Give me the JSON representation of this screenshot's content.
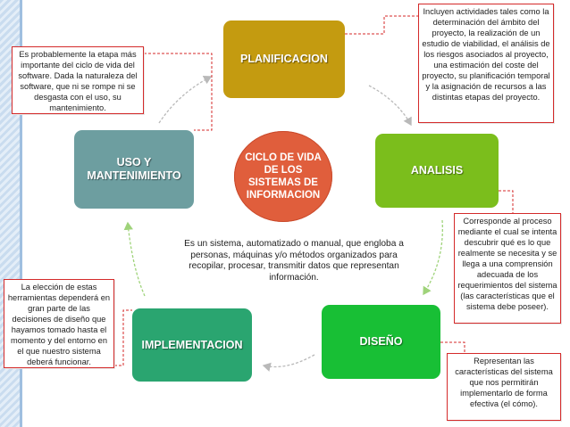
{
  "stages": {
    "planificacion": "PLANIFICACION",
    "analisis": "ANALISIS",
    "diseno": "DISEÑO",
    "implementacion": "IMPLEMENTACION",
    "uso_line1": "USO Y",
    "uso_line2": "MANTENIMIENTO"
  },
  "center": {
    "line1": "CICLO DE VIDA",
    "line2": "DE LOS",
    "line3": "SISTEMAS DE",
    "line4": "INFORMACION"
  },
  "description": "Es un sistema, automatizado o manual, que engloba a personas, máquinas y/o métodos organizados para recopilar, procesar, transmitir datos que representan información.",
  "notes": {
    "planificacion": "Incluyen actividades tales como la determinación del ámbito del proyecto, la realización de un estudio de viabilidad, el análisis de los riesgos asociados al proyecto, una estimación del coste del proyecto, su planificación temporal y la asignación de recursos a las distintas etapas del proyecto.",
    "uso": "Es probablemente la etapa más importante del ciclo de vida del software. Dada la naturaleza del software, que ni se rompe ni se desgasta con el uso, su mantenimiento.",
    "analisis": "Corresponde al proceso mediante el cual se intenta descubrir qué es lo que realmente se necesita y se llega a una comprensión adecuada de los requerimientos del sistema (las características que el sistema debe poseer).",
    "diseno": "Representan las características del sistema que nos permitirán implementarlo de forma efectiva (el cómo).",
    "implementacion": "La elección de estas herramientas dependerá en gran parte de las decisiones de diseño que hayamos tomado hasta el momento y del entorno en el que nuestro sistema deberá funcionar."
  },
  "colors": {
    "planificacion": "#c49b10",
    "analisis": "#7bbe1c",
    "diseno": "#18bf35",
    "implementacion": "#2aa570",
    "uso": "#6d9ea0",
    "center": "#e05e3c",
    "note_border": "#d42a2a"
  }
}
